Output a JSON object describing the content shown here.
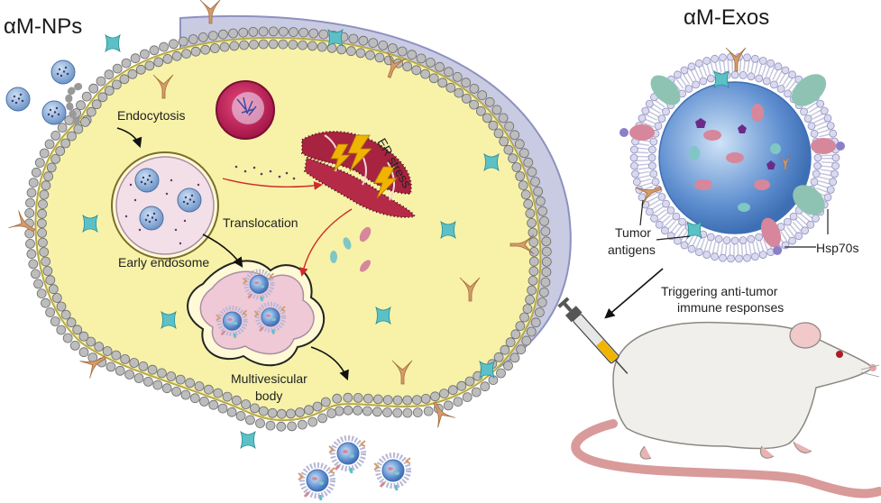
{
  "left_panel": {
    "title": "αM-NPs",
    "labels": {
      "endocytosis": "Endocytosis",
      "early_endosome": "Early endosome",
      "translocation": "Translocation",
      "er_stress": "ER stress",
      "mvb_line1": "Multivesicular",
      "mvb_line2": "body"
    }
  },
  "right_panel": {
    "title": "αM-Exos",
    "labels": {
      "tumor_line1": "Tumor",
      "tumor_line2": "antigens",
      "hsp": "Hsp70s",
      "trigger_line1": "Triggering anti-tumor",
      "trigger_line2": "immune responses"
    }
  },
  "colors": {
    "cytoplasm": "#f7f2a8",
    "outer_region": "#c9cbe3",
    "membrane_bead": "#b9b9b9",
    "membrane_stroke": "#6d6d6d",
    "er": "#a8233f",
    "endosome": "#f3dfe8",
    "lightning": "#f0b400",
    "arrow_red": "#d12a2a",
    "exo_core": "#5f8fd0",
    "receptor": "#d49b6b",
    "teal": "#5cc0c7",
    "rat_body": "#f0efeb"
  }
}
